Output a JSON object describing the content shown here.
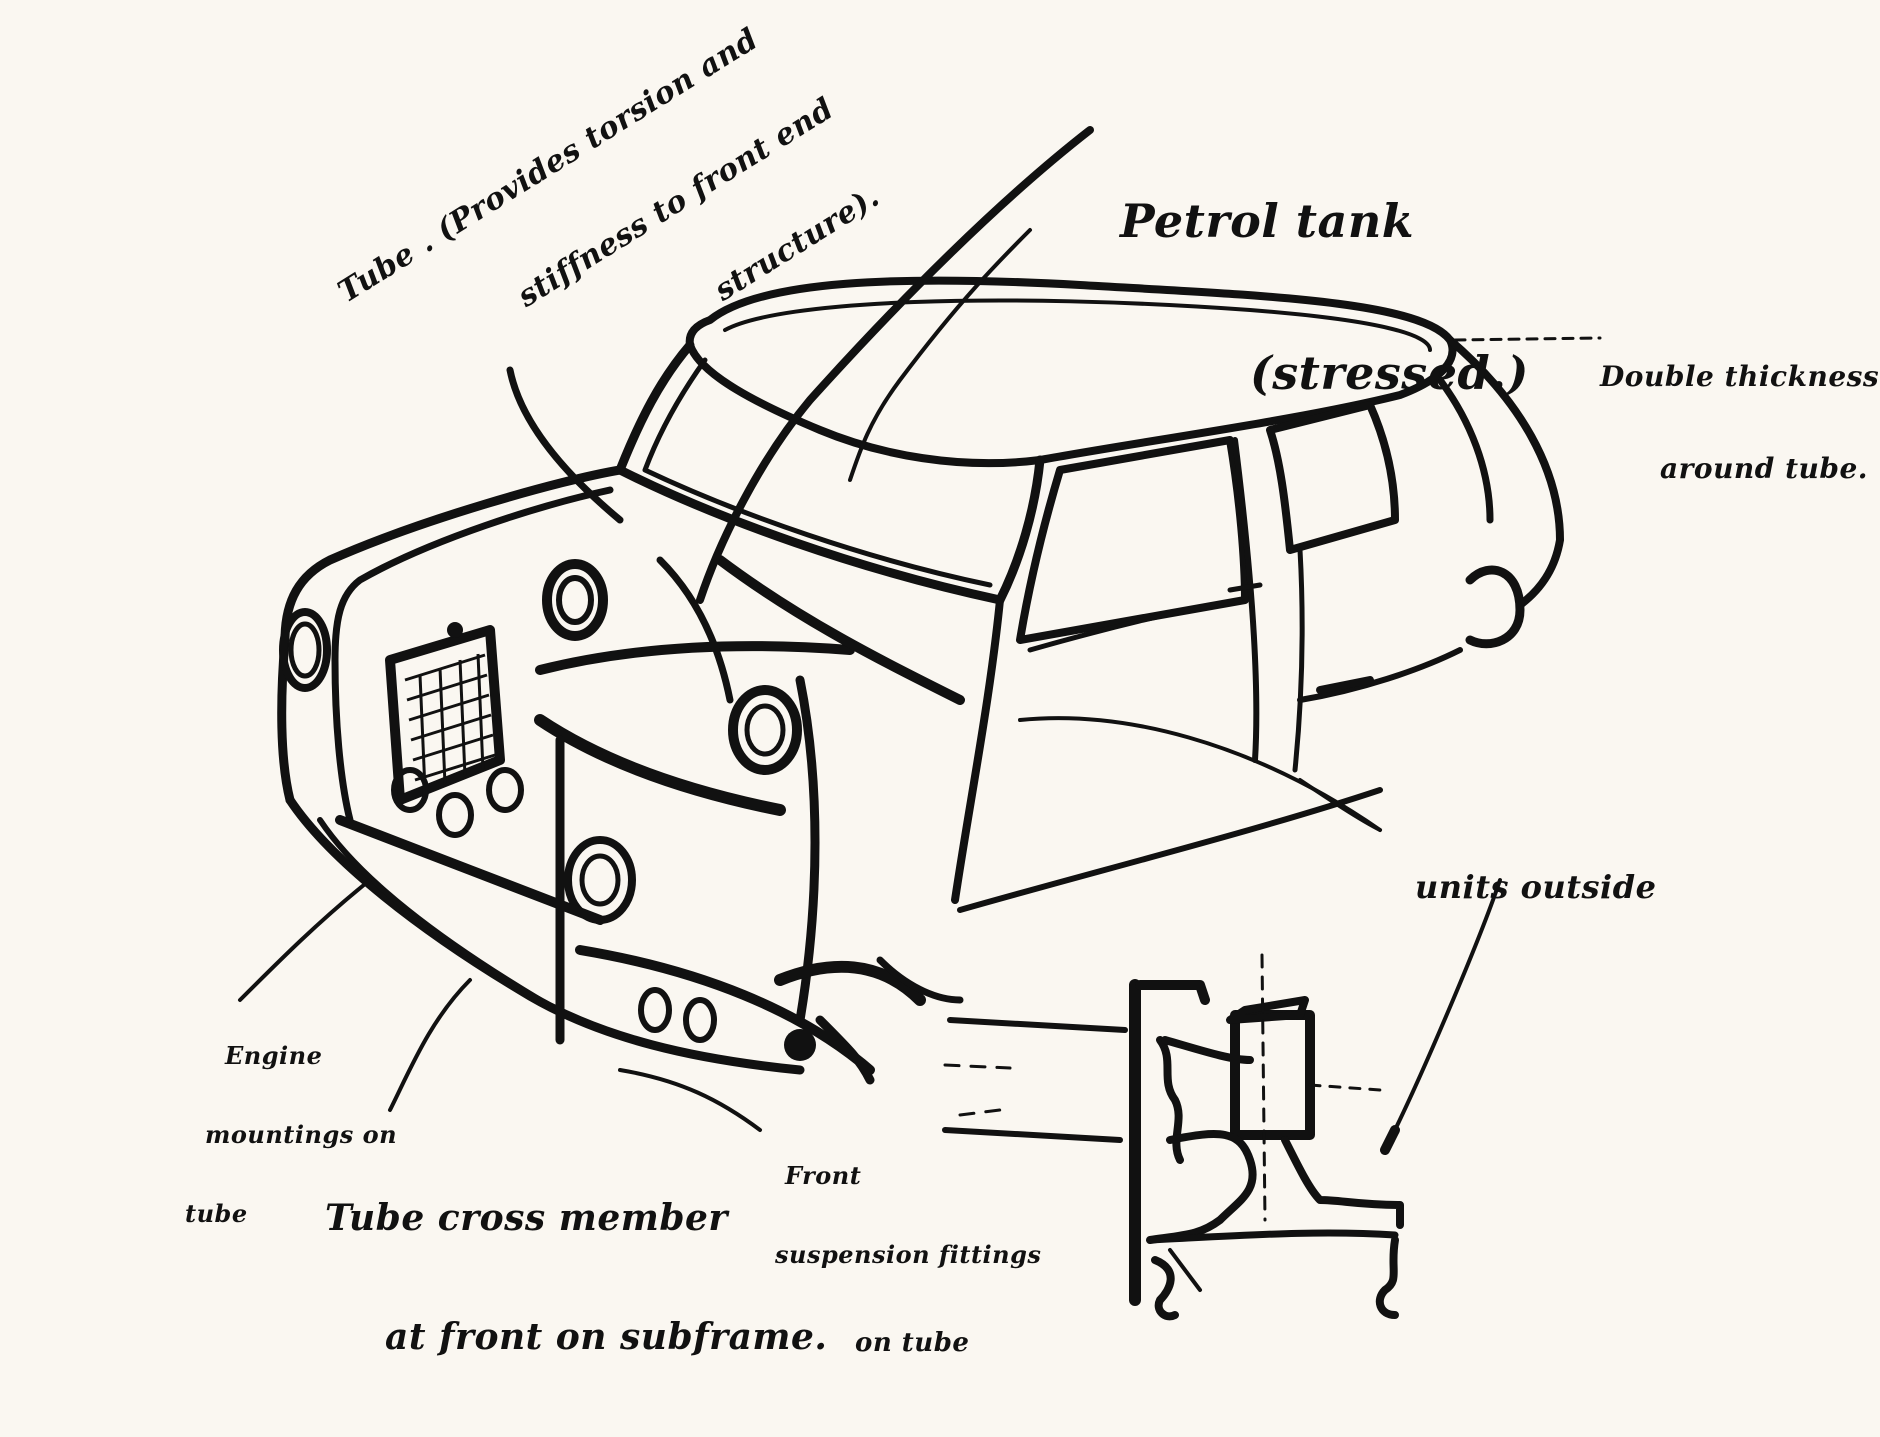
{
  "drawing": {
    "subject": "Mini car body shell sketch",
    "ink_color": "#111111",
    "paper_color": "#faf7f1"
  },
  "annotations": {
    "tube_note": {
      "line1": "Tube . (Provides torsion and",
      "line2": "stiffness to front end",
      "line3": "structure)."
    },
    "petrol_tank": {
      "line1": "Petrol tank",
      "line2": "(stressed.)"
    },
    "double_thickness": {
      "line1": "Double thickness",
      "line2": "around tube."
    },
    "units_outside": {
      "line1": "units outside"
    },
    "engine_mountings": {
      "line1": "Engine",
      "line2": "mountings on",
      "line3": "tube"
    },
    "tube_cross_member": {
      "line1": "Tube cross member",
      "line2": "at front on subframe."
    },
    "front_suspension": {
      "line1": "Front",
      "line2": "suspension fittings",
      "line3": "on tube"
    }
  }
}
